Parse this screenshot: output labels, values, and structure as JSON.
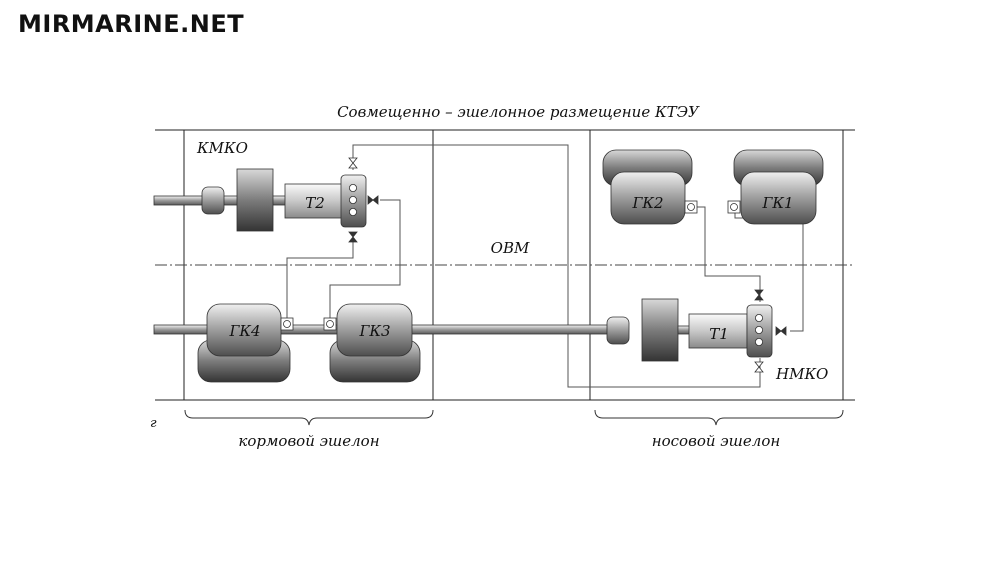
{
  "watermark": "MIRMARINE.NET",
  "title": "Совмещенно – эшелонное размещение КТЭУ",
  "compartments": {
    "aft": "КМКО",
    "middle": "ОВМ",
    "fwd": "НМКО"
  },
  "units": {
    "t2": "Т2",
    "t1": "Т1",
    "gk1": "ГК1",
    "gk2": "ГК2",
    "gk3": "ГК3",
    "gk4": "ГК4"
  },
  "echelons": {
    "aft": "кормовой эшелон",
    "fwd": "носовой эшелон"
  },
  "figure_letter": "г"
}
